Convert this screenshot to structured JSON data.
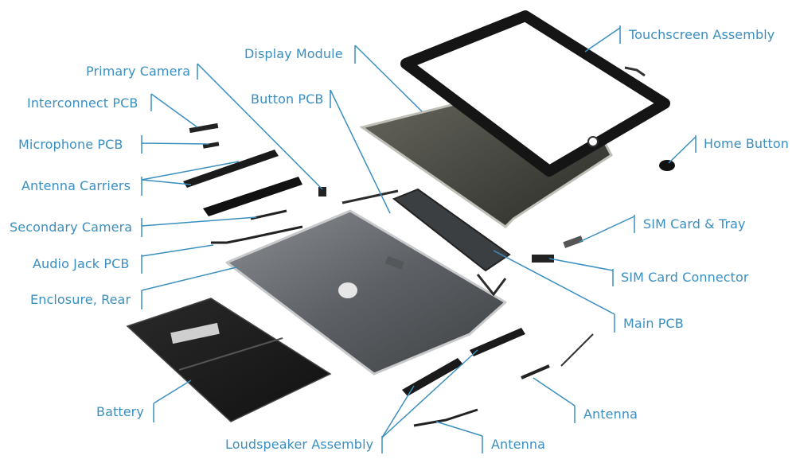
{
  "colors": {
    "label": "#3a8fc0",
    "leader": "#3a8fc0",
    "enclosure": "#6b6e72",
    "panel": "#1a1a1a",
    "battery": "#1c1c1c"
  },
  "labels": {
    "primary_camera": "Primary Camera",
    "interconnect_pcb": "Interconnect  PCB",
    "microphone_pcb": "Microphone  PCB",
    "antenna_carriers": "Antenna Carriers",
    "secondary_camera": "Secondary Camera",
    "audio_jack_pcb": "Audio Jack PCB",
    "enclosure_rear": "Enclosure, Rear",
    "battery": "Battery",
    "loudspeaker_assembly": "Loudspeaker Assembly",
    "antenna_bottom": "Antenna",
    "antenna_right": "Antenna",
    "main_pcb": "Main PCB",
    "sim_card_connector": "SIM Card Connector",
    "sim_card_tray": "SIM Card & Tray",
    "home_button": "Home Button",
    "touchscreen_assembly": "Touchscreen Assembly",
    "display_module": "Display Module",
    "button_pcb": "Button PCB"
  }
}
